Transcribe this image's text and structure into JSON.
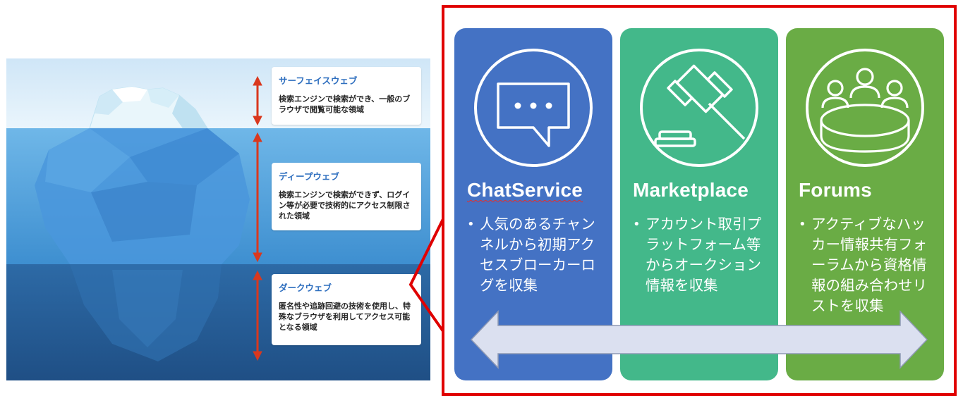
{
  "iceberg": {
    "layers": [
      {
        "title": "サーフェイスウェブ",
        "description": "検索エンジンで検索ができ、一般のブラウザで閲覧可能な領域"
      },
      {
        "title": "ディープウェブ",
        "description": "検索エンジンで検索ができず、ログイン等が必要で技術的にアクセス制限された領域"
      },
      {
        "title": "ダークウェブ",
        "description": "匿名性や追跡回避の技術を使用し、特殊なブラウザを利用してアクセス可能となる領域"
      }
    ]
  },
  "categories": [
    {
      "title": "ChatService",
      "icon": "chat-bubble-icon",
      "color": "#4472c4",
      "bullet": "人気のあるチャンネルから初期アクセスブローカーログを収集"
    },
    {
      "title": "Marketplace",
      "icon": "gavel-icon",
      "color": "#43b88a",
      "bullet": "アカウント取引プラットフォーム等からオークション情報を収集"
    },
    {
      "title": "Forums",
      "icon": "meeting-table-icon",
      "color": "#6aac45",
      "bullet": "アクティブなハッカー情報共有フォーラムから資格情報の組み合わせリストを収集"
    }
  ],
  "colors": {
    "frame": "#e00000",
    "layer_arrow": "#d9381e",
    "arrow_fill": "#dbe0f0"
  }
}
